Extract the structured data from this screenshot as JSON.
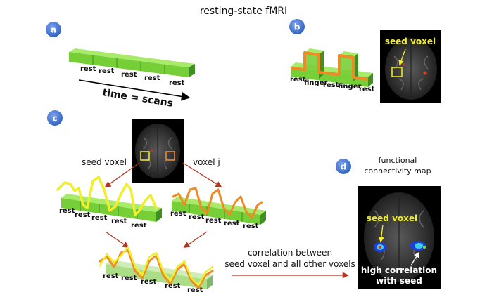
{
  "title": "resting-state fMRI",
  "panels": {
    "a": {
      "badge": "a",
      "block_labels": [
        "rest",
        "rest",
        "rest",
        "rest",
        "rest"
      ],
      "axis_label": "time = scans"
    },
    "b": {
      "badge": "b",
      "block_labels": [
        "rest",
        "finger",
        "rest",
        "finger",
        "rest"
      ],
      "seed_label": "seed voxel"
    },
    "c": {
      "badge": "c",
      "seed_label": "seed voxel",
      "voxel_label": "voxel j",
      "left_block_labels": [
        "rest",
        "rest",
        "rest",
        "rest",
        "rest"
      ],
      "right_block_labels": [
        "rest",
        "rest",
        "rest",
        "rest",
        "rest"
      ],
      "bottom_block_labels": [
        "rest",
        "rest",
        "rest",
        "rest",
        "rest"
      ],
      "correlation_label_line1": "correlation between",
      "correlation_label_line2": "seed voxel and all other voxels"
    },
    "d": {
      "badge": "d",
      "title_line1": "functional",
      "title_line2": "connectivity map",
      "seed_label": "seed voxel",
      "corr_label_line1": "high correlation",
      "corr_label_line2": "with seed"
    }
  },
  "colors": {
    "badge": "#3c6fd0",
    "block_green": "#7bd33c",
    "block_dark": "#3f8f22",
    "signal_yellow": "#f2ee2c",
    "signal_orange": "#f08a25",
    "seed_box": "#e8e62a",
    "voxel_box": "#f08a25",
    "arrow_red": "#b8341f"
  }
}
